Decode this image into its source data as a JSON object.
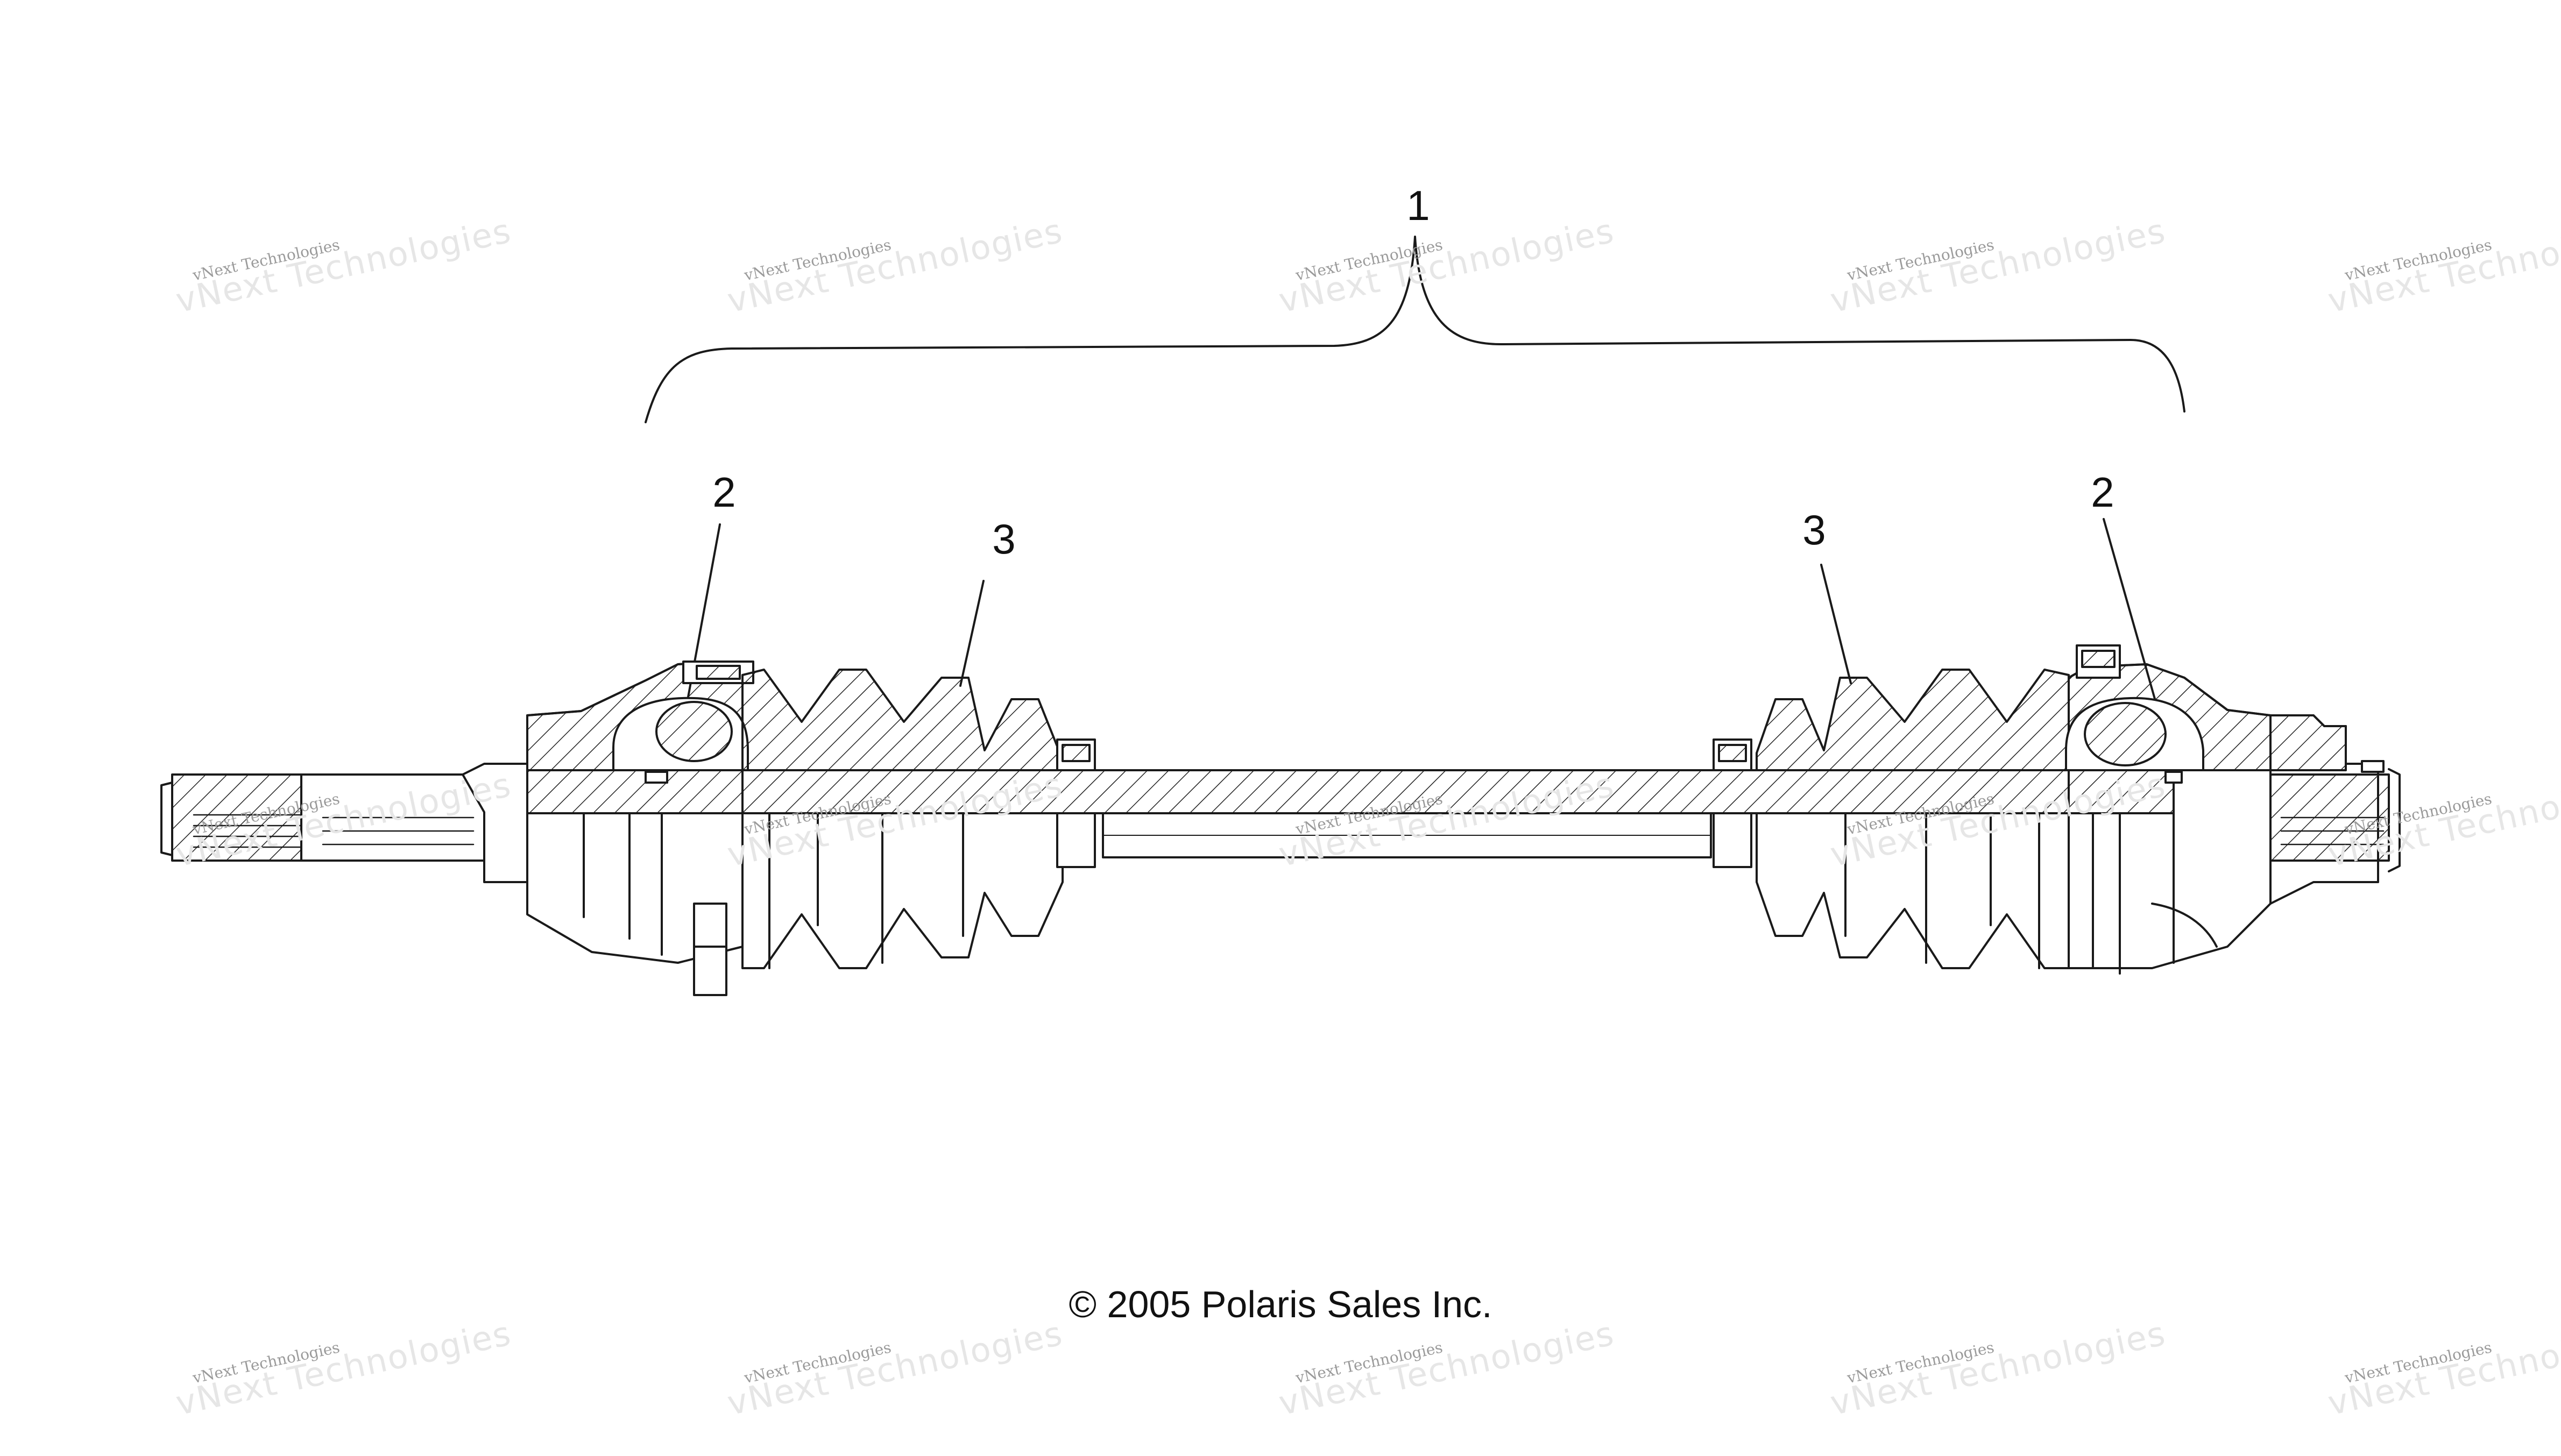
{
  "callouts": {
    "assembly": "1",
    "left_bearing": "2",
    "left_boot": "3",
    "right_boot": "3",
    "right_bearing": "2"
  },
  "copyright": "© 2005 Polaris Sales Inc.",
  "watermark": {
    "small": "vNext Technologies",
    "large": "vNext Technologies"
  },
  "colors": {
    "line": "#1a1a1a",
    "watermark": "#d9d9d9"
  }
}
